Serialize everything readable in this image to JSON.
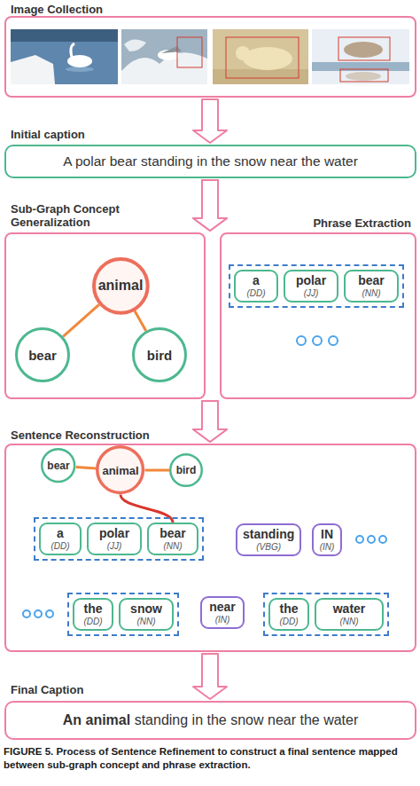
{
  "diagram": {
    "caption": "FIGURE 5. Process of Sentence Refinement to construct a final sentence mapped between sub-graph concept and phrase extraction.",
    "nodes": [
      {
        "text": [
          "Image Collection"
        ]
      },
      {
        "text": [
          "Initial caption",
          "A polar bear standing in the snow near the water"
        ]
      },
      {
        "text": [
          "Sub-Graph Concept Generalization"
        ]
      },
      {
        "text": [
          "animal"
        ],
        "in": 2
      },
      {
        "text": [
          "bear"
        ],
        "in": 2
      },
      {
        "text": [
          "bird"
        ],
        "in": 2
      },
      {
        "text": [
          "Phrase Extraction"
        ]
      },
      {
        "text": [],
        "in": 6
      },
      {
        "text": [
          "a",
          "(DD)"
        ],
        "in": 7
      },
      {
        "text": [
          "polar",
          "(JJ)"
        ],
        "in": 7
      },
      {
        "text": [
          "bear",
          "(NN)"
        ],
        "in": 7
      },
      {
        "text": [
          "Sentence Reconstruction"
        ]
      },
      {
        "text": [
          "bear"
        ],
        "in": 11
      },
      {
        "text": [
          "animal"
        ],
        "in": 11
      },
      {
        "text": [
          "bird"
        ],
        "in": 11
      },
      {
        "text": [],
        "in": 11
      },
      {
        "text": [
          "a",
          "(DD)"
        ],
        "in": 15
      },
      {
        "text": [
          "polar",
          "(JJ)"
        ],
        "in": 15
      },
      {
        "text": [
          "bear",
          "(NN)"
        ],
        "in": 15
      },
      {
        "text": [
          "standing",
          "(VBG)"
        ],
        "in": 11
      },
      {
        "text": [
          "IN",
          "(IN)"
        ],
        "in": 11
      },
      {
        "text": [],
        "in": 11
      },
      {
        "text": [
          "the",
          "(DD)"
        ],
        "in": 21
      },
      {
        "text": [
          "snow",
          "(NN)"
        ],
        "in": 21
      },
      {
        "text": [
          "near",
          "(IN)"
        ],
        "in": 11
      },
      {
        "text": [],
        "in": 11
      },
      {
        "text": [
          "the",
          "(DD)"
        ],
        "in": 25
      },
      {
        "text": [
          "water",
          "(NN)"
        ],
        "in": 25
      },
      {
        "text": [
          "Final Caption",
          "An animal",
          "standing in the snow near the water"
        ]
      }
    ],
    "edges": [
      {
        "from": 0,
        "to": 1,
        "arrow": "to"
      },
      {
        "from": 1,
        "to": 2,
        "arrow": "to"
      },
      {
        "from": 1,
        "to": 6,
        "arrow": "to"
      },
      {
        "from": 3,
        "to": 4,
        "arrow": "none"
      },
      {
        "from": 3,
        "to": 5,
        "arrow": "none"
      },
      {
        "from": 2,
        "to": 11,
        "arrow": "to"
      },
      {
        "from": 6,
        "to": 11,
        "arrow": "to"
      },
      {
        "from": 13,
        "to": 12,
        "arrow": "none"
      },
      {
        "from": 13,
        "to": 14,
        "arrow": "none"
      },
      {
        "from": 13,
        "to": 18,
        "arrow": "none"
      },
      {
        "from": 11,
        "to": 28,
        "arrow": "to"
      }
    ]
  }
}
